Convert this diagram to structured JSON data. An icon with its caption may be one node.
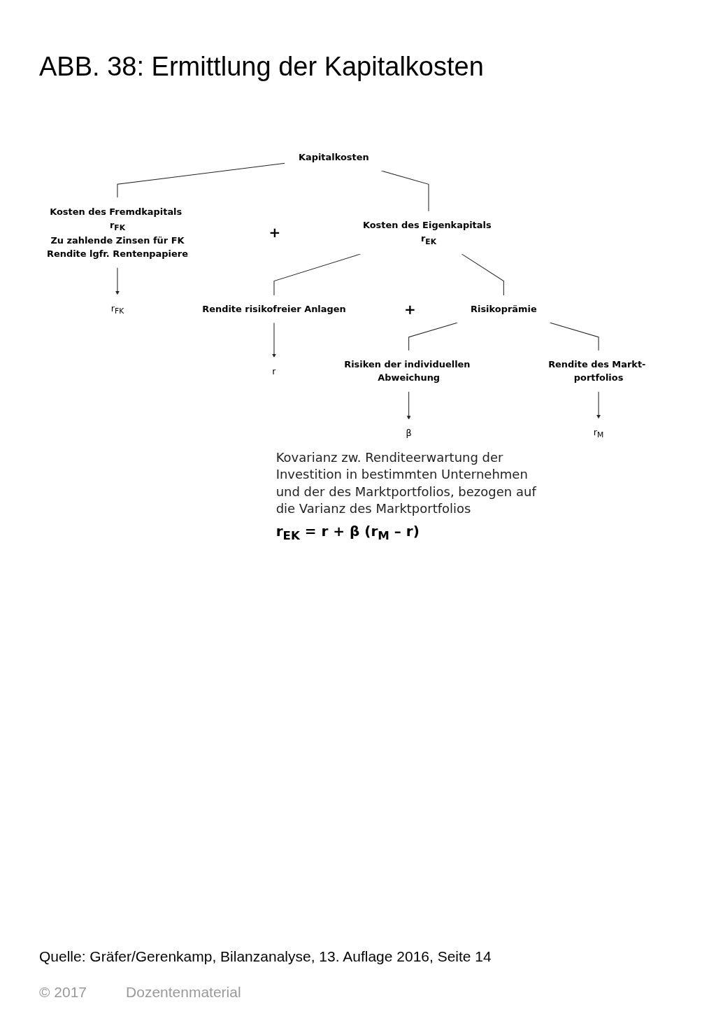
{
  "diagram": {
    "title": "ABB. 38: Ermittlung der Kapitalkosten",
    "caption": "Quelle: Gräfer/Gerenkamp, Bilanzanalyse, 13. Auflage 2016, Seite 14",
    "nodes": [
      {
        "text": [
          "Kapitalkosten"
        ]
      },
      {
        "text": [
          "Kosten des Fremdkapitals r$_{FK}$",
          "Zu zahlende Zinsen für FK",
          "Rendite lgfr. Rentenpapiere"
        ]
      },
      {
        "text": [
          "Kosten des Eigenkapitals r$_{EK}$"
        ]
      },
      {
        "text": [
          "Rendite risikofreier Anlagen"
        ]
      },
      {
        "text": [
          "Risikoprämie"
        ]
      },
      {
        "text": [
          "Risiken der individuellen Abweichung"
        ]
      },
      {
        "text": [
          "Rendite des Markt- portfolios"
        ]
      },
      {
        "text": [
          "r$_{FK}$"
        ]
      },
      {
        "text": [
          "r"
        ]
      },
      {
        "text": [
          "β"
        ],
        "beside": [
          "Kovarianz zw. Renditeerwartung der Investition in bestimmten Unternehmen und der des Marktportfolios, bezogen auf die Varianz des Marktportfolios"
        ]
      },
      {
        "text": [
          "r$_{M}$"
        ]
      }
    ],
    "edges": [
      {
        "from": 0,
        "to": 1,
        "arrow": "none"
      },
      {
        "from": 0,
        "to": 2,
        "arrow": "none"
      },
      {
        "from": 2,
        "to": 3,
        "arrow": "none"
      },
      {
        "from": 2,
        "to": 4,
        "arrow": "none"
      },
      {
        "from": 4,
        "to": 5,
        "arrow": "none"
      },
      {
        "from": 4,
        "to": 6,
        "arrow": "none"
      },
      {
        "from": 1,
        "to": 7,
        "arrow": "to"
      },
      {
        "from": 3,
        "to": 8,
        "arrow": "to"
      },
      {
        "from": 5,
        "to": 9,
        "arrow": "to"
      },
      {
        "from": 6,
        "to": 10,
        "arrow": "to"
      }
    ],
    "labels": [
      "+",
      "+",
      "r$_{EK}$ = r + β (r$_{M}$ – r)",
      "© 2017",
      "Dozentenmaterial"
    ]
  }
}
